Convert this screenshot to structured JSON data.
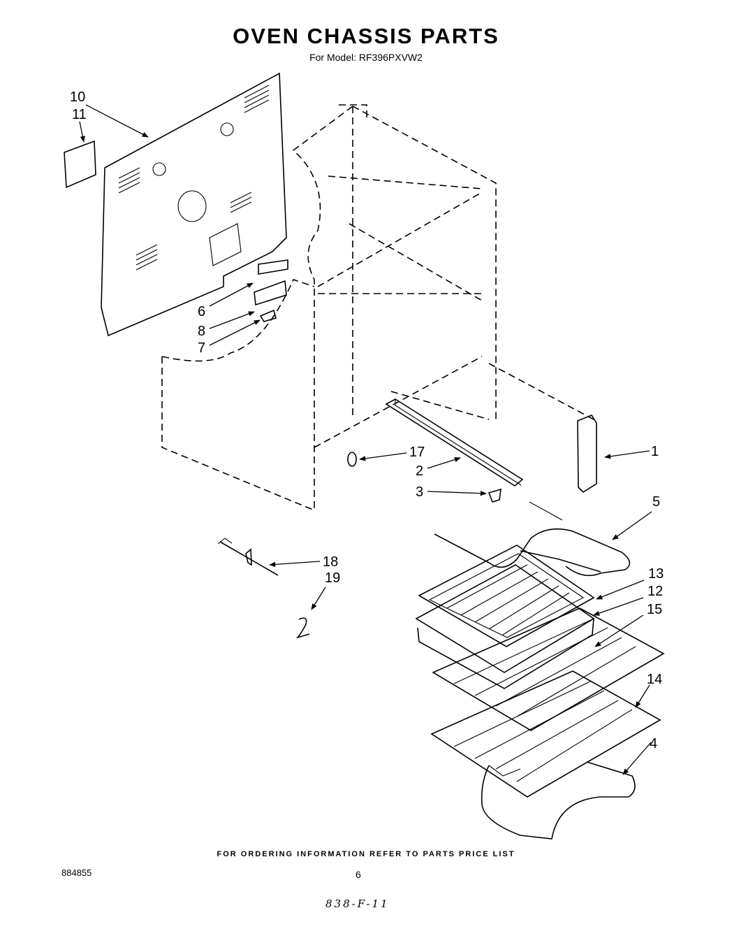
{
  "header": {
    "title": "OVEN CHASSIS PARTS",
    "model_line": "For Model: RF396PXVW2"
  },
  "callouts": [
    "10",
    "11",
    "6",
    "8",
    "7",
    "17",
    "2",
    "3",
    "1",
    "5",
    "18",
    "19",
    "13",
    "12",
    "15",
    "14",
    "4"
  ],
  "footer": {
    "ordering_note": "FOR ORDERING INFORMATION REFER TO PARTS PRICE LIST",
    "doc_number": "884855",
    "page_number": "6",
    "handwritten_code": "838-F-11"
  }
}
